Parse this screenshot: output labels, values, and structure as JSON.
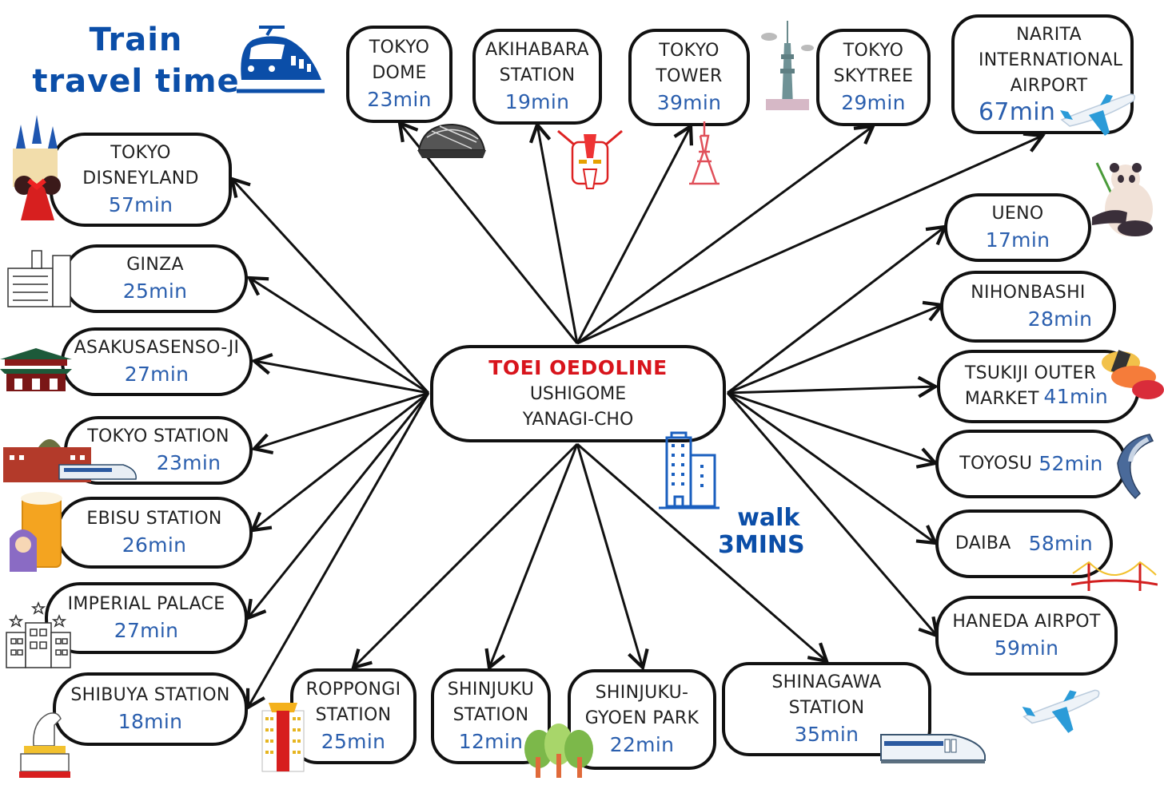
{
  "title": {
    "line1": "Train",
    "line2": "travel time"
  },
  "center": {
    "line_name": "TOEI OEDOLINE",
    "station_line1": "USHIGOME",
    "station_line2": "YANAGI-CHO"
  },
  "walk": {
    "line1": "walk",
    "line2": "3MINS"
  },
  "colors": {
    "title_blue": "#0b4ea8",
    "time_blue": "#2b5fae",
    "line_red": "#d8141c",
    "border": "#111111"
  },
  "destinations": [
    {
      "id": "tokyo-dome",
      "name": "TOKYO\nDOME",
      "time": "23min",
      "icon": "dome-icon"
    },
    {
      "id": "akihabara",
      "name": "AKIHABARA\nSTATION",
      "time": "19min",
      "icon": "robot-head-icon"
    },
    {
      "id": "tokyo-tower",
      "name": "TOKYO\nTOWER",
      "time": "39min",
      "icon": "tokyo-tower-icon"
    },
    {
      "id": "tokyo-skytree",
      "name": "TOKYO\nSKYTREE",
      "time": "29min",
      "icon": "skytree-icon"
    },
    {
      "id": "narita",
      "name": "NARITA\nINTERNATIONAL\nAIRPORT",
      "time": "67min",
      "icon": "airplane-icon"
    },
    {
      "id": "tokyo-disneyland",
      "name": "TOKYO\nDISNEYLAND",
      "time": "57min",
      "icon": "castle-icon"
    },
    {
      "id": "ginza",
      "name": "GINZA",
      "time": "25min",
      "icon": "department-store-icon"
    },
    {
      "id": "asakusa",
      "name": "ASAKUSASENSO-JI",
      "time": "27min",
      "icon": "temple-gate-icon"
    },
    {
      "id": "tokyo-station",
      "name": "TOKYO STATION",
      "time": "23min",
      "icon": "station-building-icon"
    },
    {
      "id": "ebisu",
      "name": "EBISU STATION",
      "time": "26min",
      "icon": "beer-icon"
    },
    {
      "id": "imperial-palace",
      "name": "IMPERIAL PALACE",
      "time": "27min",
      "icon": "hotel-icon"
    },
    {
      "id": "shibuya",
      "name": "SHIBUYA STATION",
      "time": "18min",
      "icon": "dog-statue-icon"
    },
    {
      "id": "roppongi",
      "name": "ROPPONGI\nSTATION",
      "time": "25min",
      "icon": "tower-building-icon"
    },
    {
      "id": "shinjuku",
      "name": "SHINJUKU\nSTATION",
      "time": "12min",
      "icon": "trees-icon"
    },
    {
      "id": "shinjuku-gyoen",
      "name": "SHINJUKU-\nGYOEN PARK",
      "time": "22min",
      "icon": "trees-icon"
    },
    {
      "id": "shinagawa",
      "name": "SHINAGAWA\nSTATION",
      "time": "35min",
      "icon": "bullet-train-icon"
    },
    {
      "id": "ueno",
      "name": "UENO",
      "time": "17min",
      "icon": "panda-icon"
    },
    {
      "id": "nihonbashi",
      "name": "NIHONBASHI",
      "time": "28min",
      "icon": ""
    },
    {
      "id": "tsukiji",
      "name": "TSUKIJI OUTER\nMARKET",
      "time": "41min",
      "icon": "sushi-icon"
    },
    {
      "id": "toyosu",
      "name": "TOYOSU",
      "time": "52min",
      "icon": "tuna-icon"
    },
    {
      "id": "daiba",
      "name": "DAIBA",
      "time": "58min",
      "icon": "bridge-icon"
    },
    {
      "id": "haneda",
      "name": "HANEDA AIRPOT",
      "time": "59min",
      "icon": "airplane-icon"
    }
  ]
}
